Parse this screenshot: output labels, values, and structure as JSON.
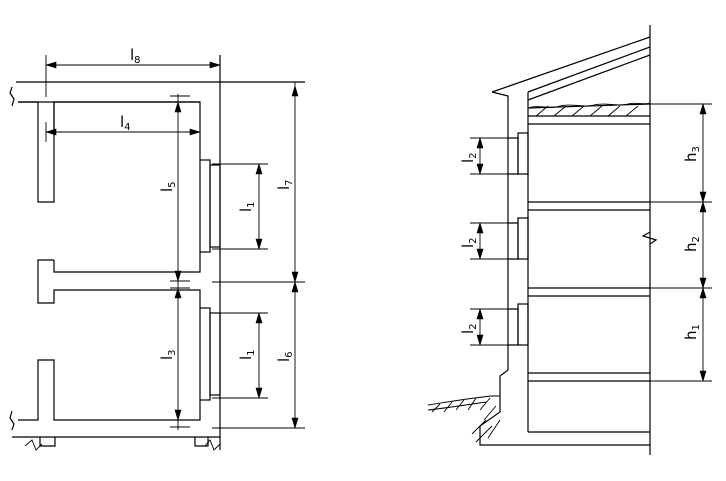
{
  "labels": {
    "l8": {
      "main": "l",
      "sub": "8"
    },
    "l4": {
      "main": "l",
      "sub": "4"
    },
    "l5": {
      "main": "l",
      "sub": "5"
    },
    "l7": {
      "main": "l",
      "sub": "7"
    },
    "l1_top": {
      "main": "l",
      "sub": "1"
    },
    "l3": {
      "main": "l",
      "sub": "3"
    },
    "l1_bot": {
      "main": "l",
      "sub": "1"
    },
    "l6": {
      "main": "l",
      "sub": "6"
    },
    "l2_a": {
      "main": "l",
      "sub": "2"
    },
    "l2_b": {
      "main": "l",
      "sub": "2"
    },
    "l2_c": {
      "main": "l",
      "sub": "2"
    },
    "h3": {
      "main": "h",
      "sub": "3"
    },
    "h2": {
      "main": "h",
      "sub": "2"
    },
    "h1": {
      "main": "h",
      "sub": "1"
    }
  }
}
